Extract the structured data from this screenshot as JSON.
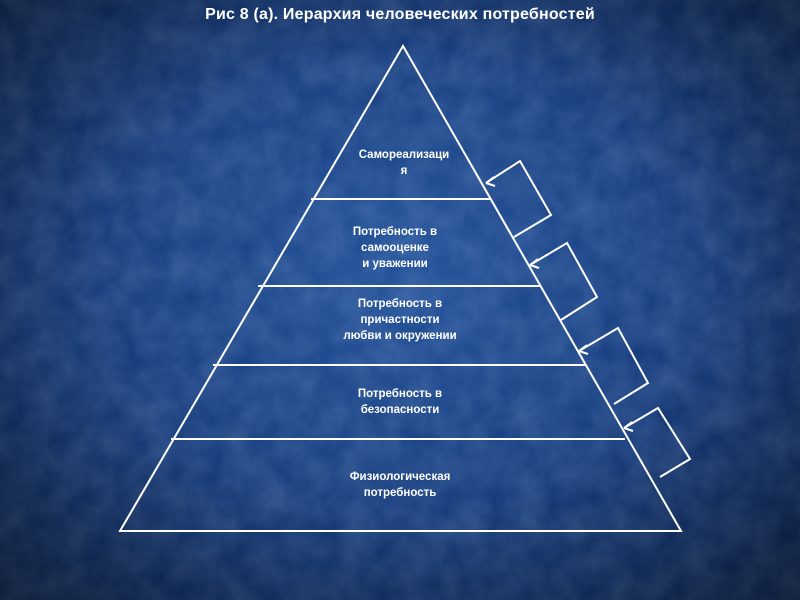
{
  "title": "Рис 8 (а). Иерархия человеческих потребностей",
  "levels": [
    {
      "label": "Самореализаци\nя"
    },
    {
      "label": "Потребность в\nсамооценке\nи уважении"
    },
    {
      "label": "Потребность в\nпричастности\nлюбви и окружении"
    },
    {
      "label": "Потребность в\nбезопасности"
    },
    {
      "label": "Физиологическая\nпотребность"
    }
  ],
  "colors": {
    "background": "#123a7c",
    "lines": "#ffffff",
    "text": "#ffffff"
  }
}
